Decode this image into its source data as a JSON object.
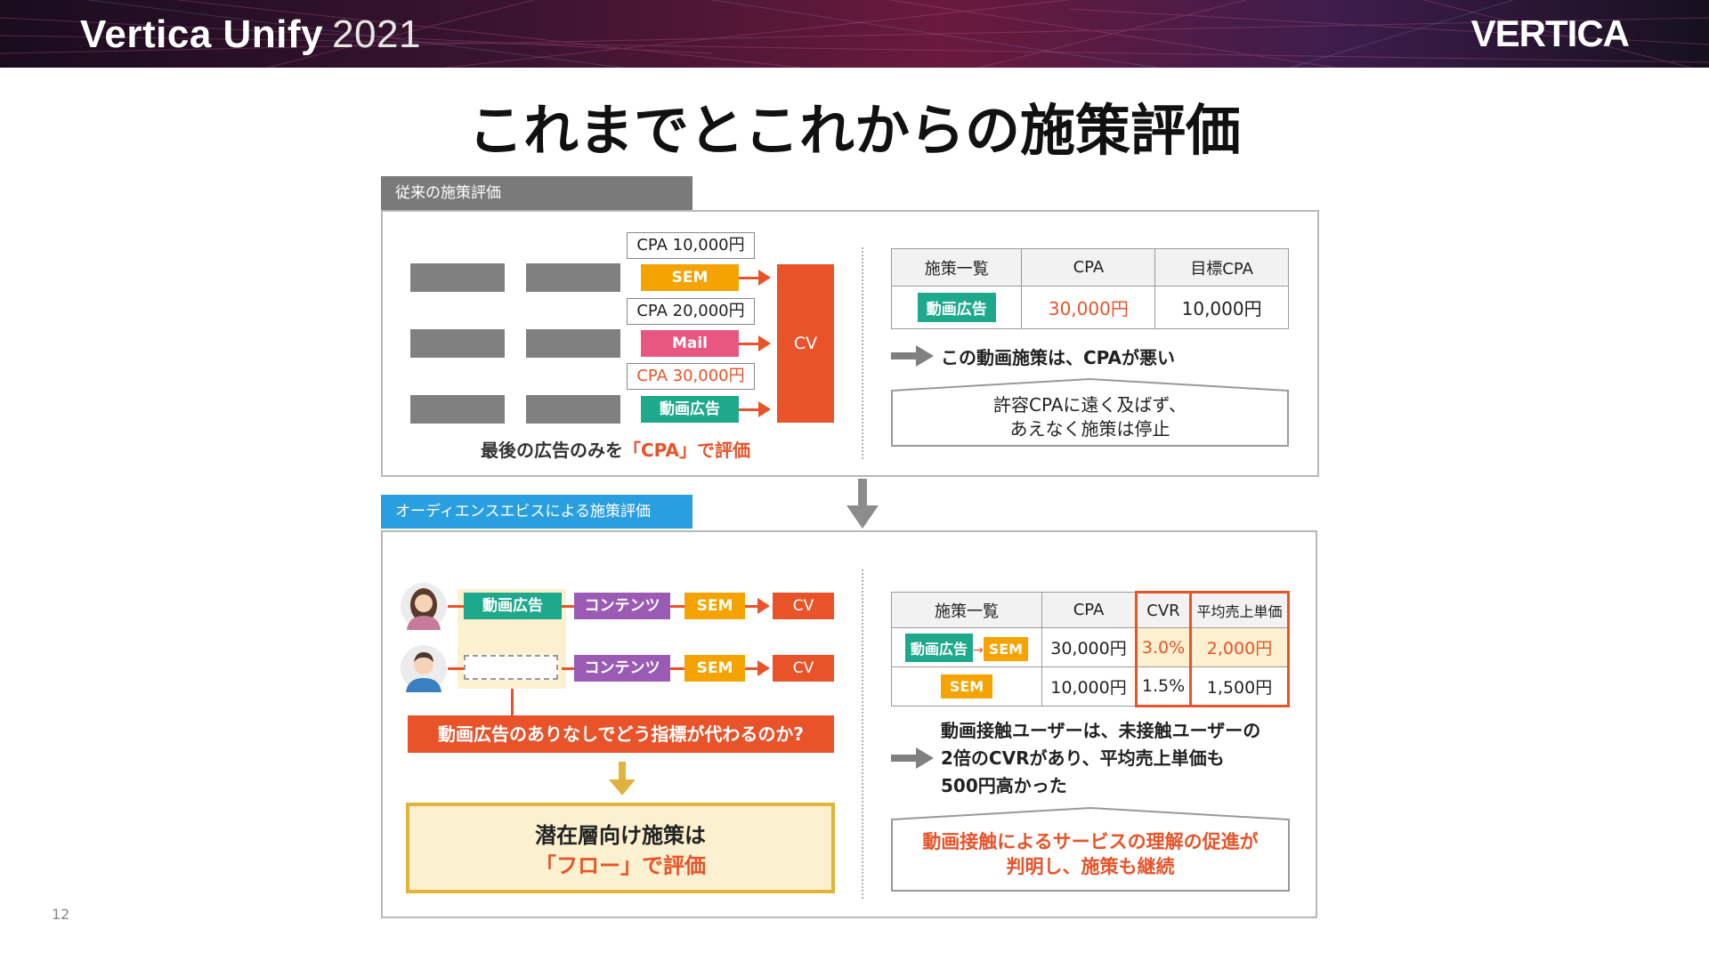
{
  "event": {
    "name": "Vertica Unify",
    "year": "2021"
  },
  "brand_logo": "VERTICA",
  "slide_title": "これまでとこれからの施策評価",
  "page_number": "12",
  "colors": {
    "orange": "#f5a300",
    "pink": "#e8577f",
    "teal": "#1ea98c",
    "purple": "#9b5bb4",
    "red": "#e8532a",
    "blue": "#2a9fe0",
    "gray_tab": "#7a7a7a",
    "cream": "#fbf0cf",
    "gold_border": "#e0b43c"
  },
  "section1": {
    "tab_label": "従来の施策評価",
    "rows": [
      {
        "cpa": "CPA 10,000円",
        "channel": "SEM"
      },
      {
        "cpa": "CPA 20,000円",
        "channel": "Mail"
      },
      {
        "cpa": "CPA 30,000円",
        "channel": "動画広告"
      }
    ],
    "cv_label": "CV",
    "caption_prefix": "最後の広告のみを",
    "caption_highlight": "「CPA」で評価",
    "table": {
      "headers": [
        "施策一覧",
        "CPA",
        "目標CPA"
      ],
      "row": {
        "channel": "動画広告",
        "cpa": "30,000円",
        "target": "10,000円"
      }
    },
    "conclusion": "この動画施策は、CPAが悪い",
    "note_line1": "許容CPAに遠く及ばず、",
    "note_line2": "あえなく施策は停止"
  },
  "section2": {
    "tab_label": "オーディエンスエビスによる施策評価",
    "path1": {
      "steps": [
        "動画広告",
        "コンテンツ",
        "SEM"
      ],
      "end": "CV"
    },
    "path2": {
      "steps": [
        "コンテンツ",
        "SEM"
      ],
      "end": "CV"
    },
    "question": "動画広告のありなしでどう指標が代わるのか?",
    "result_line1": "潜在層向け施策は",
    "result_line2": "「フロー」で評価",
    "table": {
      "headers": [
        "施策一覧",
        "CPA",
        "CVR",
        "平均売上単価"
      ],
      "rows": [
        {
          "channels": [
            "動画広告",
            "SEM"
          ],
          "cpa": "30,000円",
          "cvr": "3.0%",
          "price": "2,000円"
        },
        {
          "channels": [
            "SEM"
          ],
          "cpa": "10,000円",
          "cvr": "1.5%",
          "price": "1,500円"
        }
      ]
    },
    "finding_line1": "動画接触ユーザーは、未接触ユーザーの",
    "finding_line2": "2倍のCVRがあり、平均売上単価も",
    "finding_line3": "500円高かった",
    "outcome_line1": "動画接触によるサービスの理解の促進が",
    "outcome_line2": "判明し、施策も継続"
  }
}
